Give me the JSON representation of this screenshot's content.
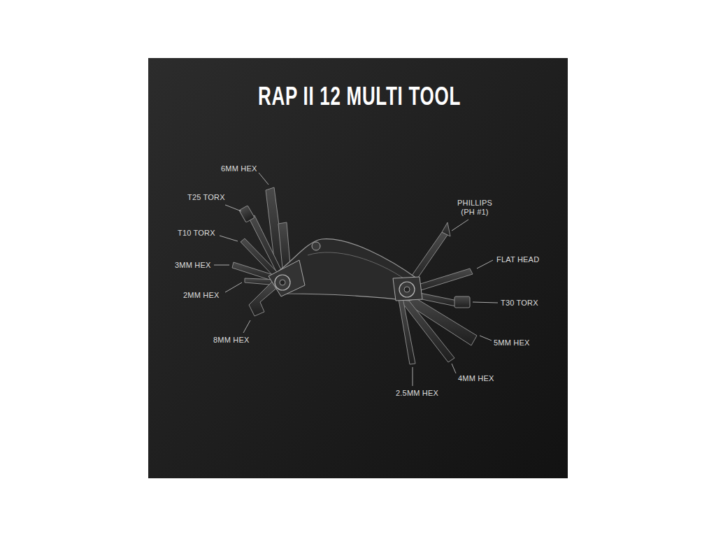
{
  "diagram": {
    "title": "RAP II 12 MULTI TOOL",
    "labels": [
      "6MM HEX",
      "T25 TORX",
      "T10 TORX",
      "3MM HEX",
      "2MM HEX",
      "8MM HEX",
      "PHILLIPS (PH #1)",
      "FLAT HEAD",
      "T30 TORX",
      "5MM HEX",
      "4MM HEX",
      "2.5MM HEX"
    ]
  }
}
